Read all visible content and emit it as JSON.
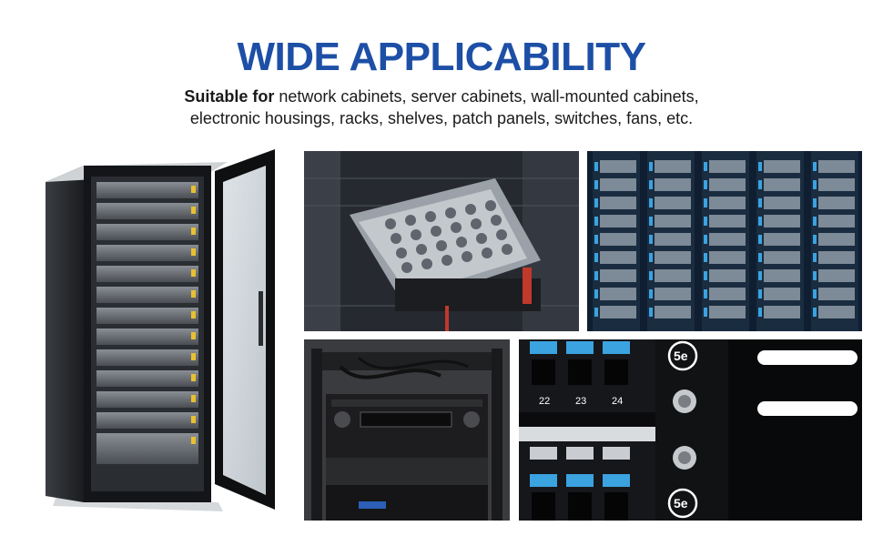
{
  "heading": "WIDE APPLICABILITY",
  "subtitle": {
    "lead": "Suitable for",
    "line1_rest": " network cabinets, server cabinets, wall-mounted cabinets,",
    "line2": "electronic housings, racks, shelves, patch panels, switches, fans, etc."
  },
  "patch_panel": {
    "port_numbers": [
      "22",
      "23",
      "24"
    ],
    "category_label_top": "5e",
    "category_label_bottom": "5e"
  },
  "colors": {
    "heading": "#1d4fa6",
    "jack_blue": "#3aa3e0"
  }
}
